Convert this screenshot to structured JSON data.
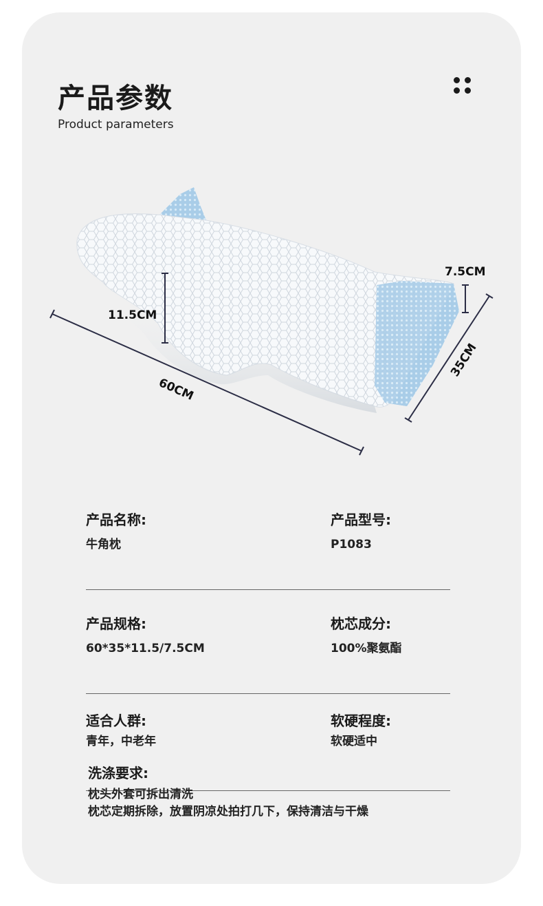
{
  "header": {
    "title": "产品参数",
    "subtitle": "Product parameters",
    "menu_icon": "four-dots-icon"
  },
  "dimensions": {
    "length": "60CM",
    "width": "35CM",
    "height_high": "11.5CM",
    "height_low": "7.5CM"
  },
  "colors": {
    "card_background": "#f0f0f0",
    "accent_mesh": "#a9cde8",
    "dimension_line": "#2b2d45",
    "divider": "#666666"
  },
  "specs": [
    {
      "left": {
        "label": "产品名称:",
        "value": "牛角枕"
      },
      "right": {
        "label": "产品型号:",
        "value": "P1083"
      }
    },
    {
      "left": {
        "label": "产品规格:",
        "value": "60*35*11.5/7.5CM"
      },
      "right": {
        "label": "枕芯成分:",
        "value": "100%聚氨酯"
      }
    },
    {
      "left": {
        "label": "适合人群:",
        "value": "青年，中老年"
      },
      "right": {
        "label": "软硬程度:",
        "value": "软硬适中"
      }
    }
  ],
  "care": {
    "label": "洗涤要求:",
    "lines": [
      "枕头外套可拆出清洗",
      "枕芯定期拆除，放置阴凉处拍打几下，保持清洁与干燥"
    ]
  }
}
